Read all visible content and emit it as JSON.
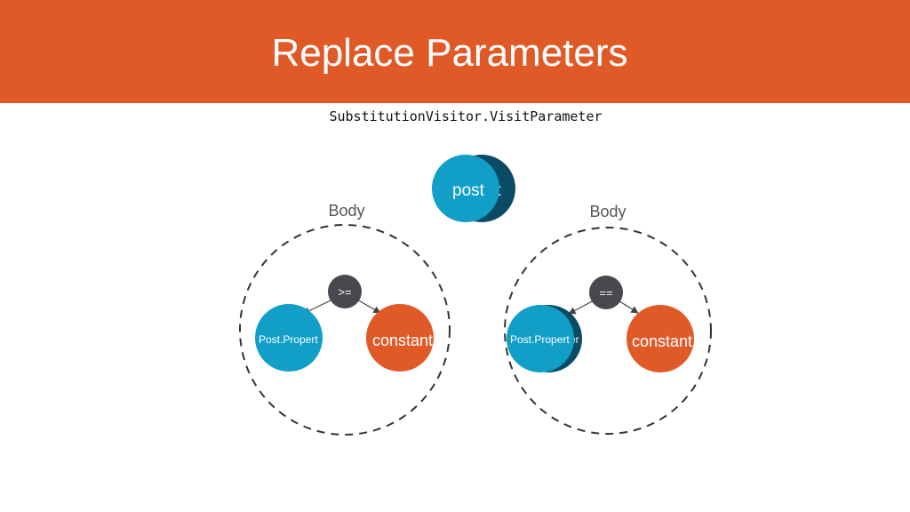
{
  "slide": {
    "title": "Replace Parameters",
    "subtitle": "SubstitutionVisitor.VisitParameter"
  },
  "center": {
    "front_label": "post",
    "back_label": "t"
  },
  "left_body": {
    "label": "Body",
    "operator": ">=",
    "left_operand": "Post.Propert",
    "right_operand": "constant"
  },
  "right_body": {
    "label": "Body",
    "operator": "==",
    "left_operand": "Post.Propert",
    "left_operand_back": "er",
    "right_operand": "constant"
  },
  "colors": {
    "header": "#e05a28",
    "blue": "#119fc8",
    "dark_blue": "#0b4b66",
    "orange": "#e05a28",
    "operator": "#48484e"
  }
}
